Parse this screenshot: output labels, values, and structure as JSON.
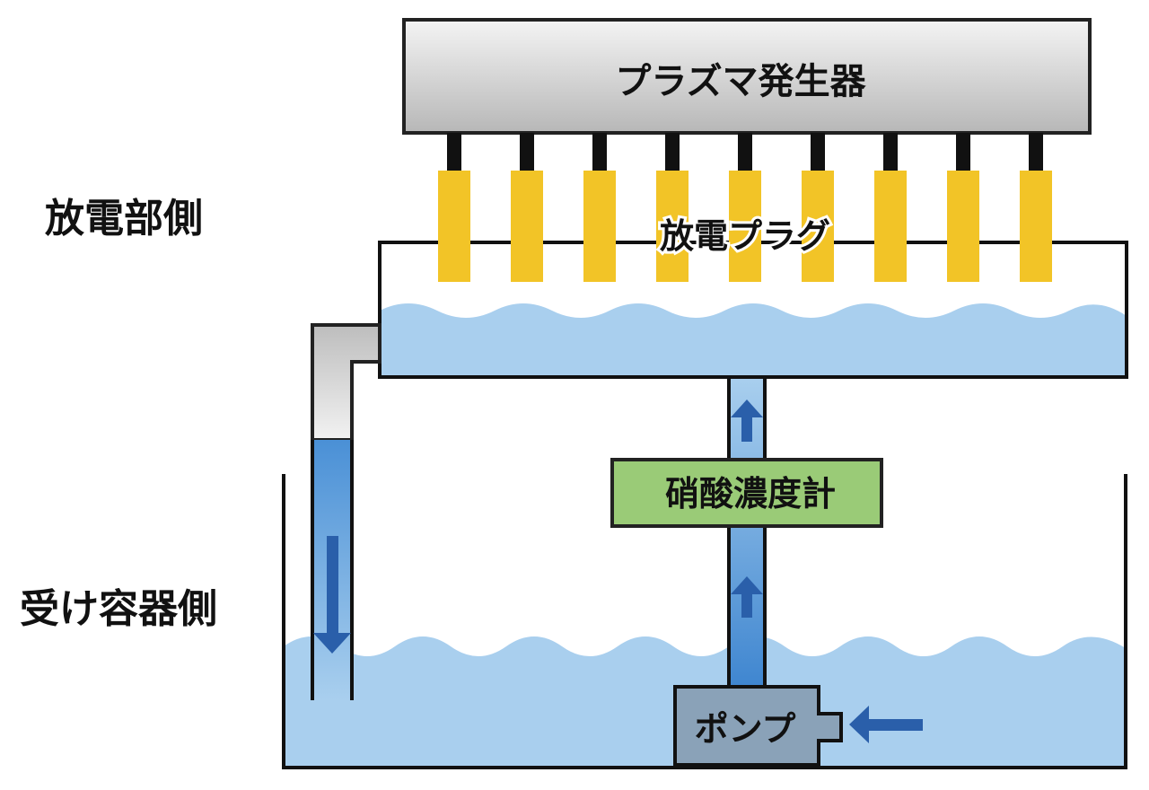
{
  "labels": {
    "generator": "プラズマ発生器",
    "plugs": "放電プラグ",
    "meter": "硝酸濃度計",
    "pump": "ポンプ",
    "side_discharge": "放電部側",
    "side_receiver": "受け容器側"
  },
  "plug_count": 9,
  "colors": {
    "water": "#a9cfee",
    "pipe_water": "#4a90d6",
    "arrow": "#2a5faa",
    "plug": "#f2c427",
    "meter_fill": "#9acb77",
    "pump_fill": "#8aa2b8",
    "generator_top": "#f4f4f4",
    "generator_bottom": "#b9b9b9"
  },
  "icons": [
    "arrow-up-icon",
    "arrow-down-icon",
    "arrow-left-icon"
  ]
}
